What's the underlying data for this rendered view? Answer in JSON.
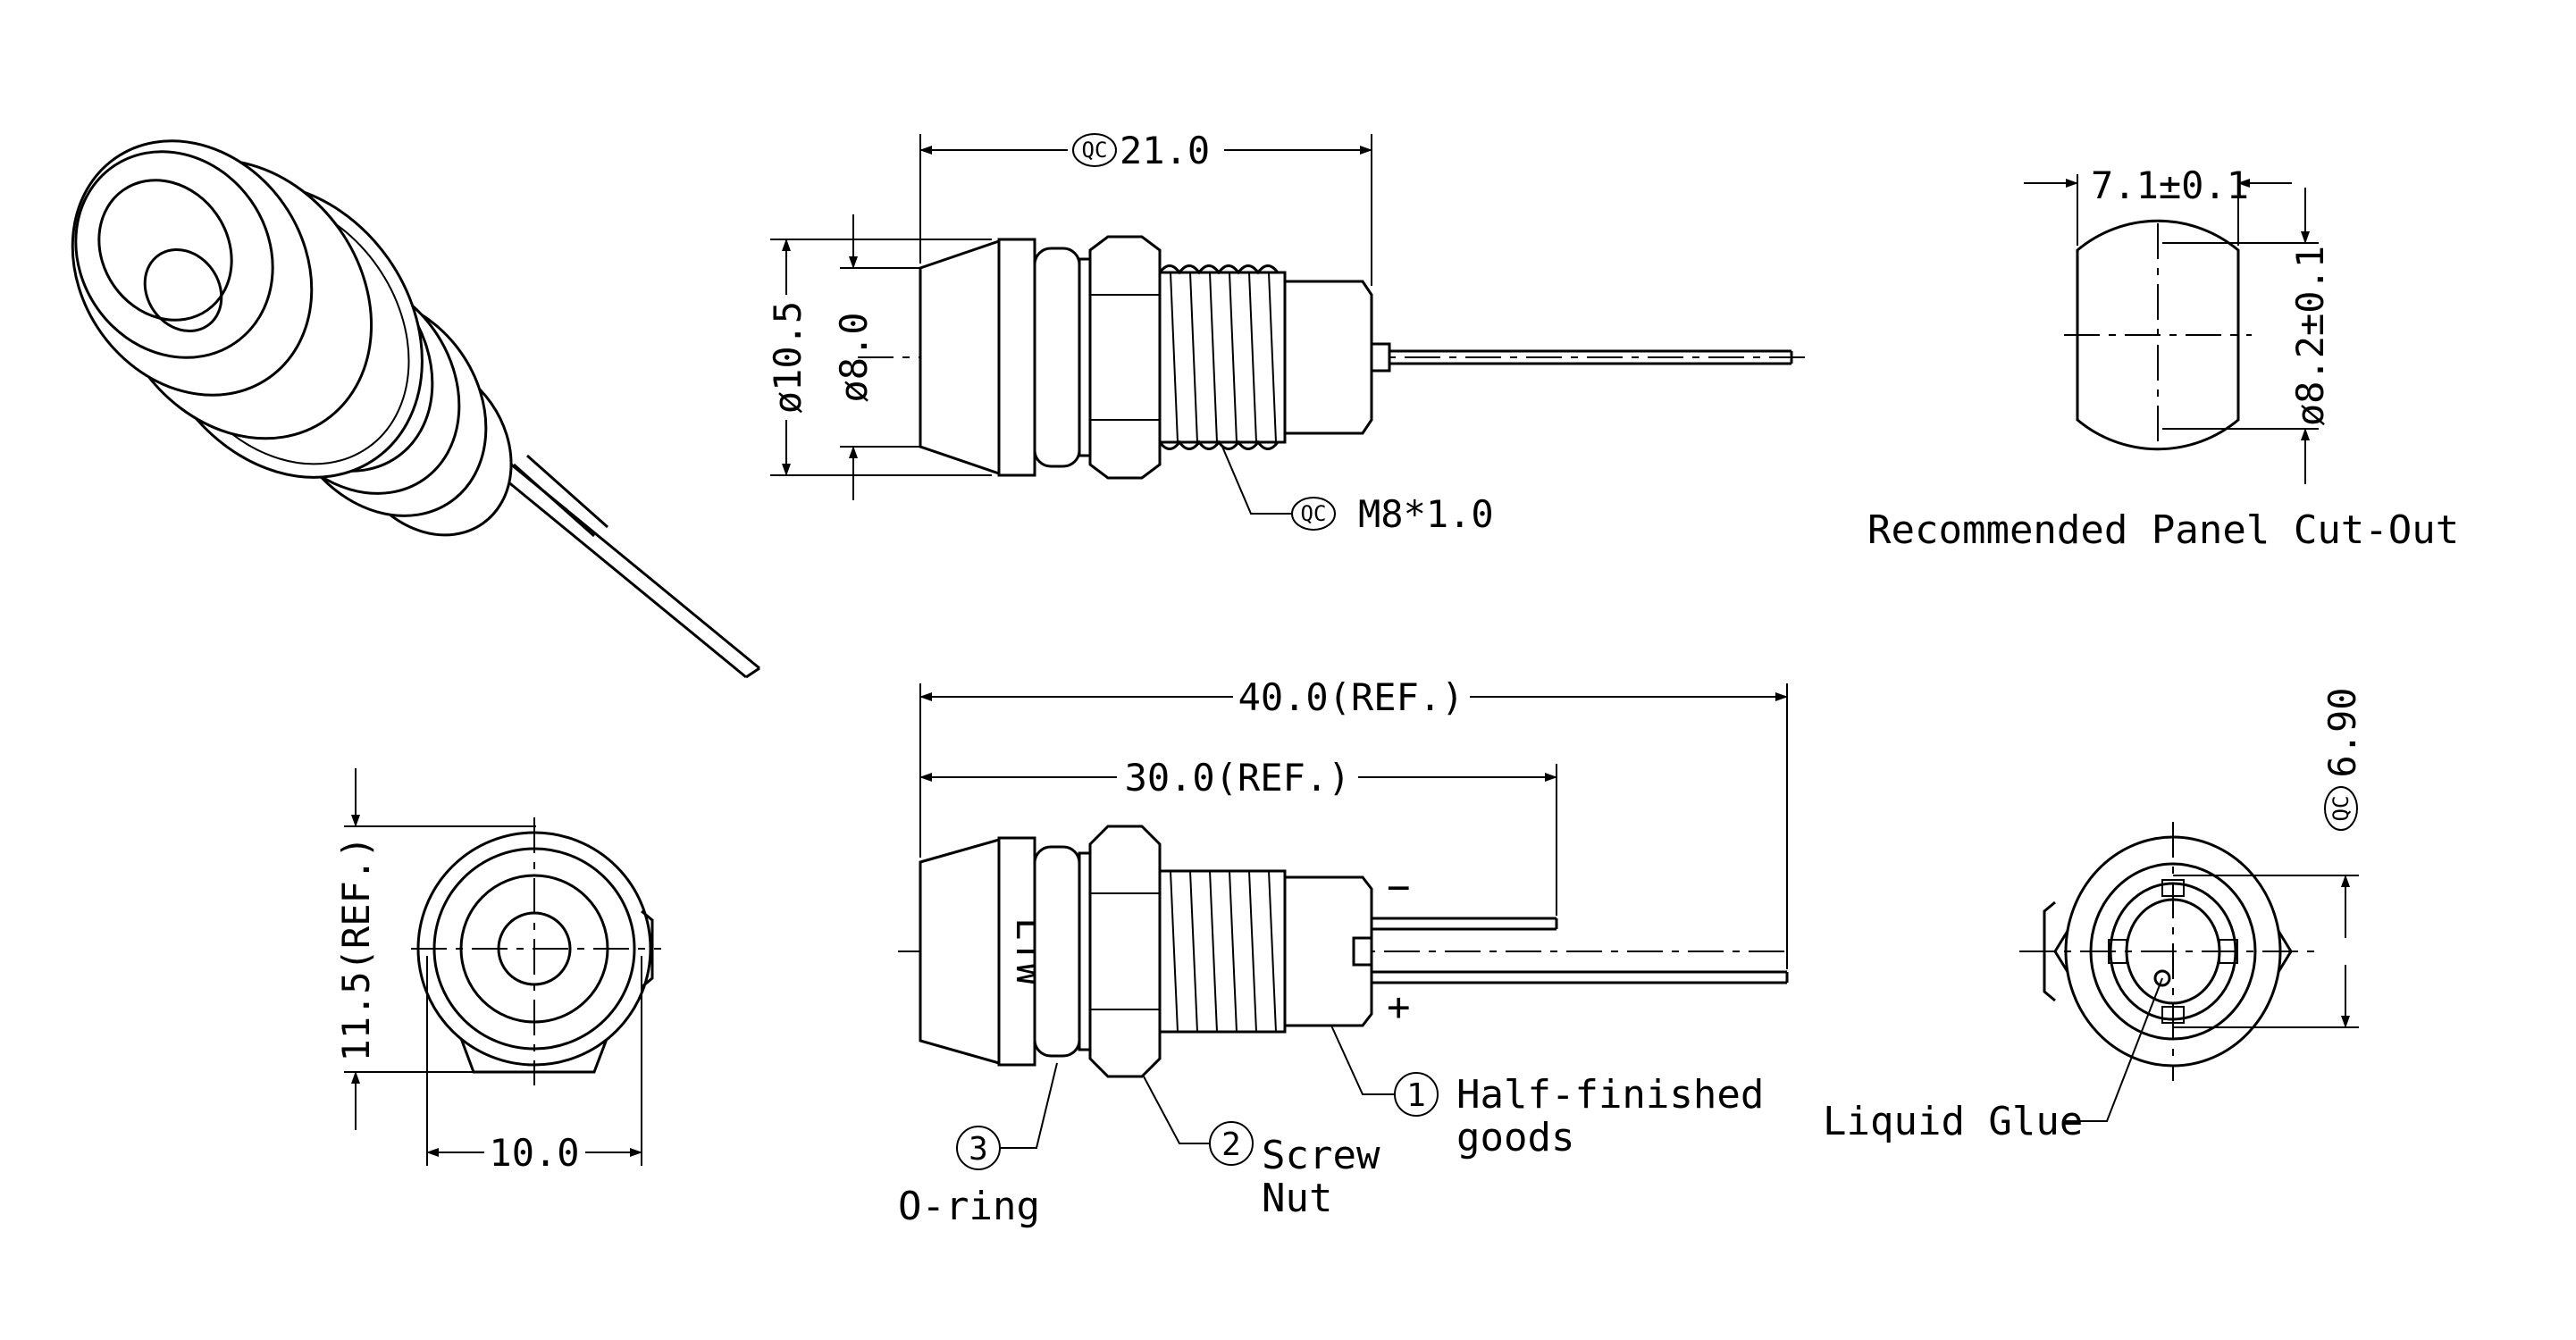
{
  "colors": {
    "line": "#000000",
    "background": "#ffffff"
  },
  "dimensions": {
    "length_21": "21.0",
    "qc_symbol": "QC",
    "dia_10_5": "ø10.5",
    "dia_8_0": "ø8.0",
    "thread": "M8*1.0",
    "cutout_width": "7.1±0.1",
    "cutout_height": "ø8.2±0.1",
    "length_40": "40.0(REF.)",
    "length_30": "30.0(REF.)",
    "hex_11_5": "11.5(REF.)",
    "width_10": "10.0",
    "dia_6_90": "6.90"
  },
  "labels": {
    "panel_cutout": "Recommended Panel Cut-Out",
    "minus": "−",
    "plus": "+",
    "brand": "LTW",
    "liquid_glue": "Liquid Glue"
  },
  "callouts": [
    {
      "number": "1",
      "line1": "Half-finished",
      "line2": "goods"
    },
    {
      "number": "2",
      "line1": "Screw",
      "line2": "Nut"
    },
    {
      "number": "3",
      "line1": "O-ring",
      "line2": ""
    }
  ]
}
